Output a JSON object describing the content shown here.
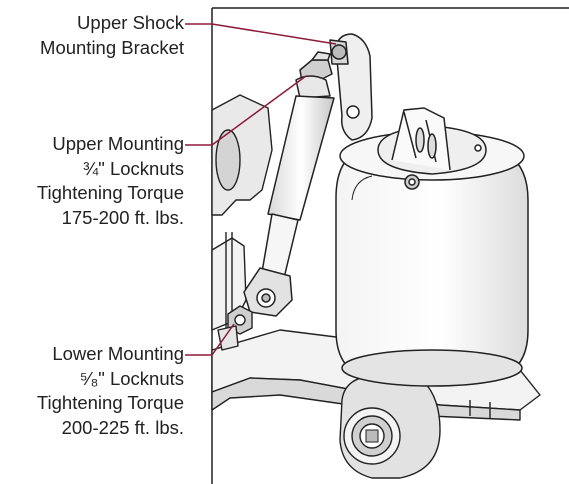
{
  "colors": {
    "leader": "#8e1a3a",
    "ink": "#222222"
  },
  "callouts": [
    {
      "lines": [
        "Upper Shock",
        "Mounting Bracket"
      ]
    },
    {
      "lines": [
        "Upper Mounting",
        "¾\" Locknuts",
        "Tightening Torque",
        "175-200 ft. lbs."
      ]
    },
    {
      "lines": [
        "Lower Mounting",
        "⁵⁄₈\" Locknuts",
        "Tightening Torque",
        "200-225 ft. lbs."
      ]
    }
  ]
}
